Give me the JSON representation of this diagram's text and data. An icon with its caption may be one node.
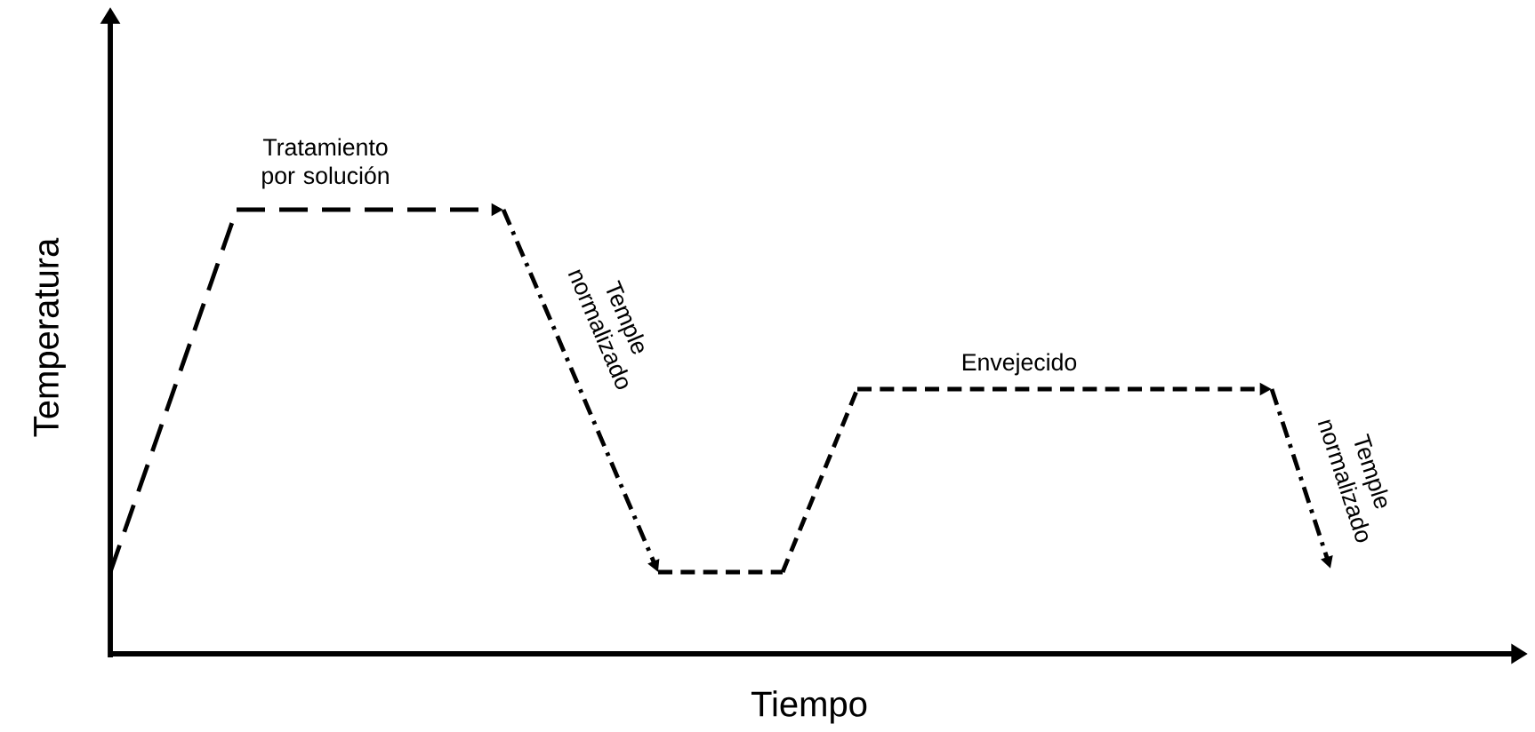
{
  "diagram": {
    "labels": [
      "Tratamiento por solución",
      "Temple normalizado",
      "Envejecido",
      "Temple normalizado",
      "Temperatura",
      "Tiempo"
    ]
  }
}
